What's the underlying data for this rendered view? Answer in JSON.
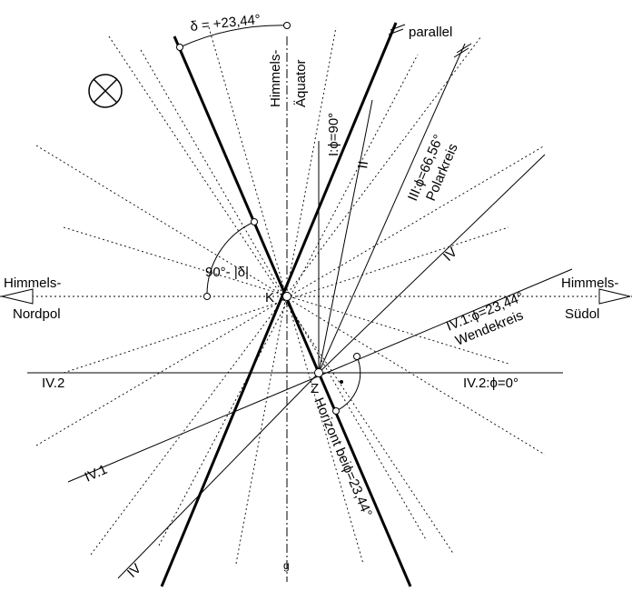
{
  "labels": {
    "delta": "δ = +23,44°",
    "parallel": "parallel",
    "himmels_aequator_1": "Himmels-",
    "himmels_aequator_2": "Äquator",
    "phi90": "I:ϕ=90°",
    "two": "II",
    "phi6656": "III:ϕ=66,56°",
    "polarkreis": "Polarkreis",
    "four": "IV",
    "angle": "90°- |δ|",
    "k": "K",
    "himmels_nordpol_1": "Himmels-",
    "nordpol": "Nordpol",
    "himmels_suedpol_1": "Himmels-",
    "suedol": "Südol",
    "iv1_phi": "IV.1:ϕ=23,44°",
    "wendekreis": "Wendekreis",
    "iv2_left": "IV.2",
    "iv2_phi0": "IV.2:ϕ=0°",
    "z": "Z",
    "horizont": "Horizont beiϕ=23,44°",
    "iv1_left": "IV.1",
    "iv_bottom": "IV",
    "g": "g"
  }
}
